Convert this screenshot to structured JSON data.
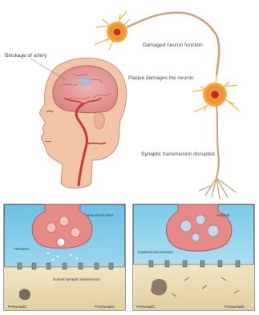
{
  "labels": {
    "head": "Blockage of artery",
    "neuron_top": "Damaged neuron function",
    "neuron_mid": "Plaque damages the neuron",
    "neuron_bottom": "Synaptic transmission disrupted"
  },
  "panel_left": {
    "tag_top": "Neurotransmitter",
    "tag_mid": "Receptor",
    "tag_bottom": "Normal synaptic transmission",
    "caption_left": "Presynaptic",
    "caption_right": "Postsynaptic"
  },
  "panel_right": {
    "tag_top": "Amyloid",
    "tag_mid": "Impaired transmission",
    "caption_left": "Presynaptic",
    "caption_right": "Postsynaptic"
  },
  "colors": {
    "neuron_orange": "#f08a2a",
    "nucleus_red": "#c0302a",
    "axon_tan": "#c8a57a",
    "skin": "#f2c4a8",
    "artery_red": "#c63a2e",
    "brain_pink": "#e59a9a",
    "panel_sky": "#8fd0ea",
    "synapse_pink": "#e58a86",
    "membrane_sand": "#e8d9b0"
  }
}
